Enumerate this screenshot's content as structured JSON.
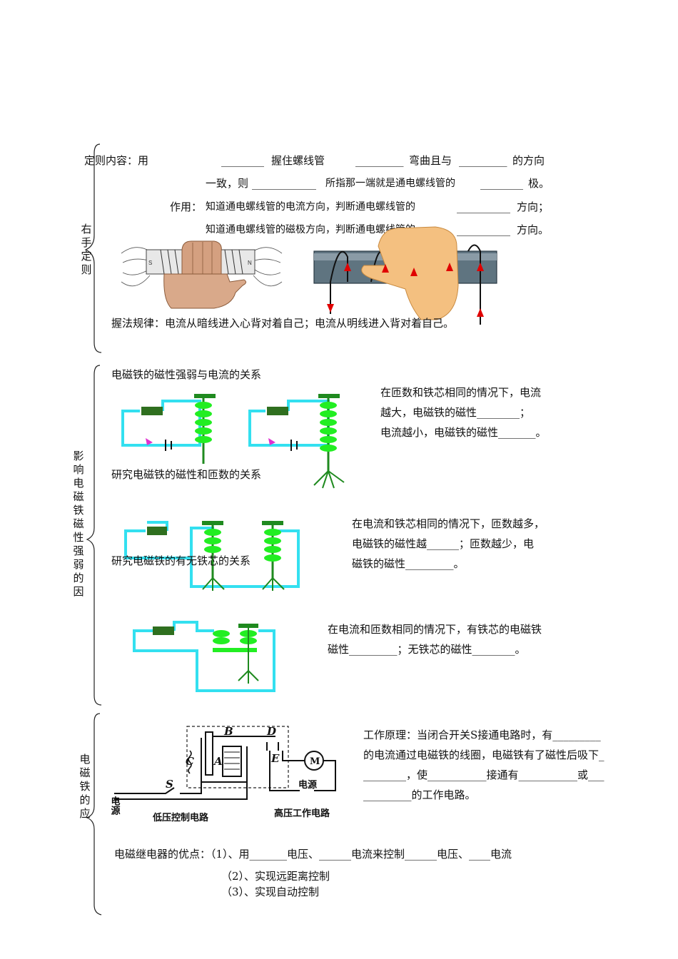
{
  "rule": {
    "label_vertical": "右手定则",
    "content_label": "定则内容：",
    "content_text": "用",
    "grip": "握住螺线管",
    "bend": "弯曲且与",
    "dir": "的方向",
    "line2": "一致，则",
    "line2b": "所指那一端就是通电螺线管的",
    "pole": "极。",
    "use_label": "作用：",
    "use1": "知道通电螺线管的电流方向，判断通电螺线管的",
    "use1_end": "方向；",
    "use2": "知道通电螺线管的磁极方向，判断通电螺线管的",
    "use2_end": "方向。",
    "grip_rule": "握法规律：电流从暗线进入心背对着自己；电流从明线进入背对着自己。",
    "coil_S": "S",
    "coil_N": "N"
  },
  "factors": {
    "label_vertical": "影响电磁铁磁性强弱的因",
    "h1": "电磁铁的磁性强弱与电流的关系",
    "t1a": "在匝数和铁芯相同的情况下，电流",
    "t1b": "越大，电磁铁的磁性________；",
    "t1c": "电流越小，电磁铁的磁性_______。",
    "h2": "研究电磁铁的磁性和匝数的关系",
    "t2a": "在电流和铁芯相同的情况下，匝数越多，",
    "t2b": "电磁铁的磁性越______；匝数越少，电",
    "t2c": "磁铁的磁性_________。",
    "h3": "研究电磁铁的有无铁芯的关系",
    "t3a": "在电流和匝数相同的情况下，有铁芯的电磁铁",
    "t3b": "磁性_________；无铁芯的磁性________。"
  },
  "apply": {
    "label_vertical": "电磁铁的应",
    "p1": "工作原理：当闭合开关S接通电路时，有_________",
    "p2": "的电流通过电磁铁的线圈，电磁铁有了磁性后吸下_",
    "p3": "________，使___________接通有___________或___",
    "p4": "_________的工作电路。",
    "adv": "电磁继电器的优点：（1）、用_______电压、______电流来控制______电压、____电流",
    "adv2": "（2）、实现远距离控制",
    "adv3": "（3）、实现自动控制",
    "relay": {
      "B": "B",
      "D": "D",
      "C": "C",
      "A": "A",
      "E": "E",
      "S": "S",
      "M": "M",
      "src1": "电源",
      "src2": "电源",
      "low": "低压控制电路",
      "high": "高压工作电路"
    }
  },
  "colors": {
    "wire": "#33e0f0",
    "coil": "#22ee22",
    "core": "#1f8a1f",
    "arrow": "#e00000",
    "magenta": "#e030d0"
  }
}
